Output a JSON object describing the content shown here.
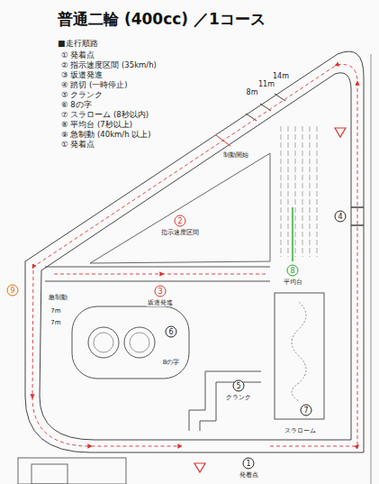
{
  "diagram": {
    "title": "普通二輪 (400cc) ／1コース",
    "labels": [
      "■走行順路",
      "① 発着点",
      "② 指示速度区間 (35km/h)",
      "③ 坂道発進",
      "④ 踏切 (一時停止)",
      "⑤ クランク",
      "⑥ 8の字",
      "⑦ スラローム (8秒以内)",
      "⑧ 平均台 (7秒以上)",
      "⑨ 急制動 (40km/h 以上)",
      "① 発着点",
      "14m",
      "11m",
      "8m",
      "制動開始",
      "2",
      "指示速度区間",
      "3",
      "坂道発進",
      "4",
      "8",
      "平均台",
      "6",
      "8の字",
      "5",
      "クランク",
      "9",
      "急制動",
      "7m",
      "7m",
      "7",
      "スラローム",
      "1",
      "発着点"
    ]
  }
}
